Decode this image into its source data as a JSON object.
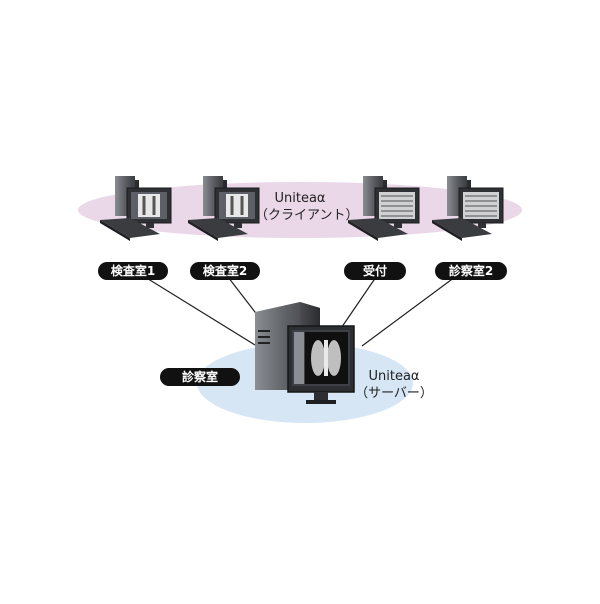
{
  "client_group": {
    "name": "Uniteaα",
    "role": "（クライアント）"
  },
  "server": {
    "name": "Uniteaα",
    "role": "（サーバー）",
    "location_label": "診察室"
  },
  "clients": [
    {
      "label": "検査室1",
      "screen": "xray"
    },
    {
      "label": "検査室2",
      "screen": "xray"
    },
    {
      "label": "受付",
      "screen": "list"
    },
    {
      "label": "診察室2",
      "screen": "list"
    }
  ],
  "colors": {
    "client_zone": "#ead7e8",
    "server_zone": "#d6e6f4",
    "label_bg": "#111111",
    "line": "#222222"
  }
}
